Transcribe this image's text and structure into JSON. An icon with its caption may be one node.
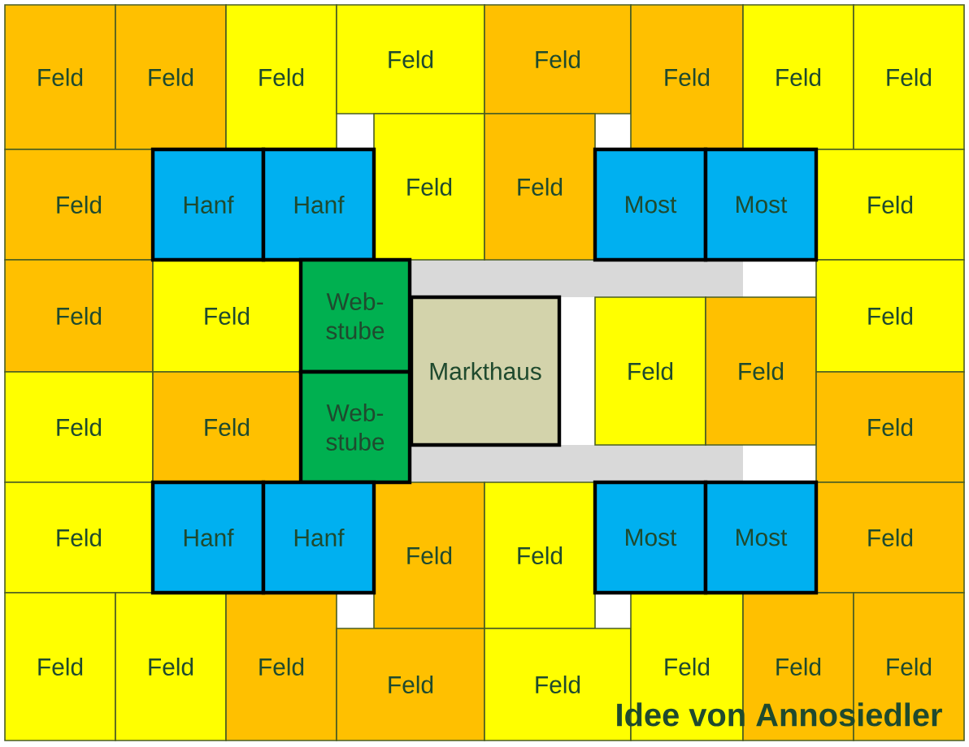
{
  "diagram": {
    "nodes": [
      {
        "text": [
          "Feld"
        ]
      },
      {
        "text": [
          "Feld"
        ]
      },
      {
        "text": [
          "Feld"
        ]
      },
      {
        "text": [
          "Feld"
        ]
      },
      {
        "text": [
          "Feld"
        ]
      },
      {
        "text": [
          "Feld"
        ]
      },
      {
        "text": [
          "Feld"
        ]
      },
      {
        "text": [
          "Feld"
        ]
      },
      {
        "text": [
          "Feld"
        ]
      },
      {
        "text": [
          "Hanf"
        ]
      },
      {
        "text": [
          "Hanf"
        ]
      },
      {
        "text": [
          "Feld"
        ]
      },
      {
        "text": [
          "Feld"
        ]
      },
      {
        "text": [
          "Most"
        ]
      },
      {
        "text": [
          "Most"
        ]
      },
      {
        "text": [
          "Feld"
        ]
      },
      {
        "text": [
          "Feld"
        ]
      },
      {
        "text": [
          "Feld"
        ]
      },
      {
        "text": [
          "Web- stube"
        ]
      },
      {
        "text": [
          "Markthaus"
        ]
      },
      {
        "text": [
          "Feld"
        ]
      },
      {
        "text": [
          "Feld"
        ]
      },
      {
        "text": [
          "Feld"
        ]
      },
      {
        "text": [
          "Feld"
        ]
      },
      {
        "text": [
          "Feld"
        ]
      },
      {
        "text": [
          "Web- stube"
        ]
      },
      {
        "text": [
          "Feld"
        ]
      },
      {
        "text": [
          "Feld"
        ]
      },
      {
        "text": [
          "Hanf"
        ]
      },
      {
        "text": [
          "Hanf"
        ]
      },
      {
        "text": [
          "Feld"
        ]
      },
      {
        "text": [
          "Feld"
        ]
      },
      {
        "text": [
          "Most"
        ]
      },
      {
        "text": [
          "Most"
        ]
      },
      {
        "text": [
          "Feld"
        ]
      },
      {
        "text": [
          "Feld"
        ]
      },
      {
        "text": [
          "Feld"
        ]
      },
      {
        "text": [
          "Feld"
        ]
      },
      {
        "text": [
          "Feld"
        ]
      },
      {
        "text": [
          "Feld"
        ]
      },
      {
        "text": [
          "Feld"
        ]
      },
      {
        "text": [
          "Feld"
        ]
      },
      {
        "text": [
          "Feld"
        ]
      }
    ],
    "labels": [
      "Idee von Annosiedler"
    ]
  }
}
